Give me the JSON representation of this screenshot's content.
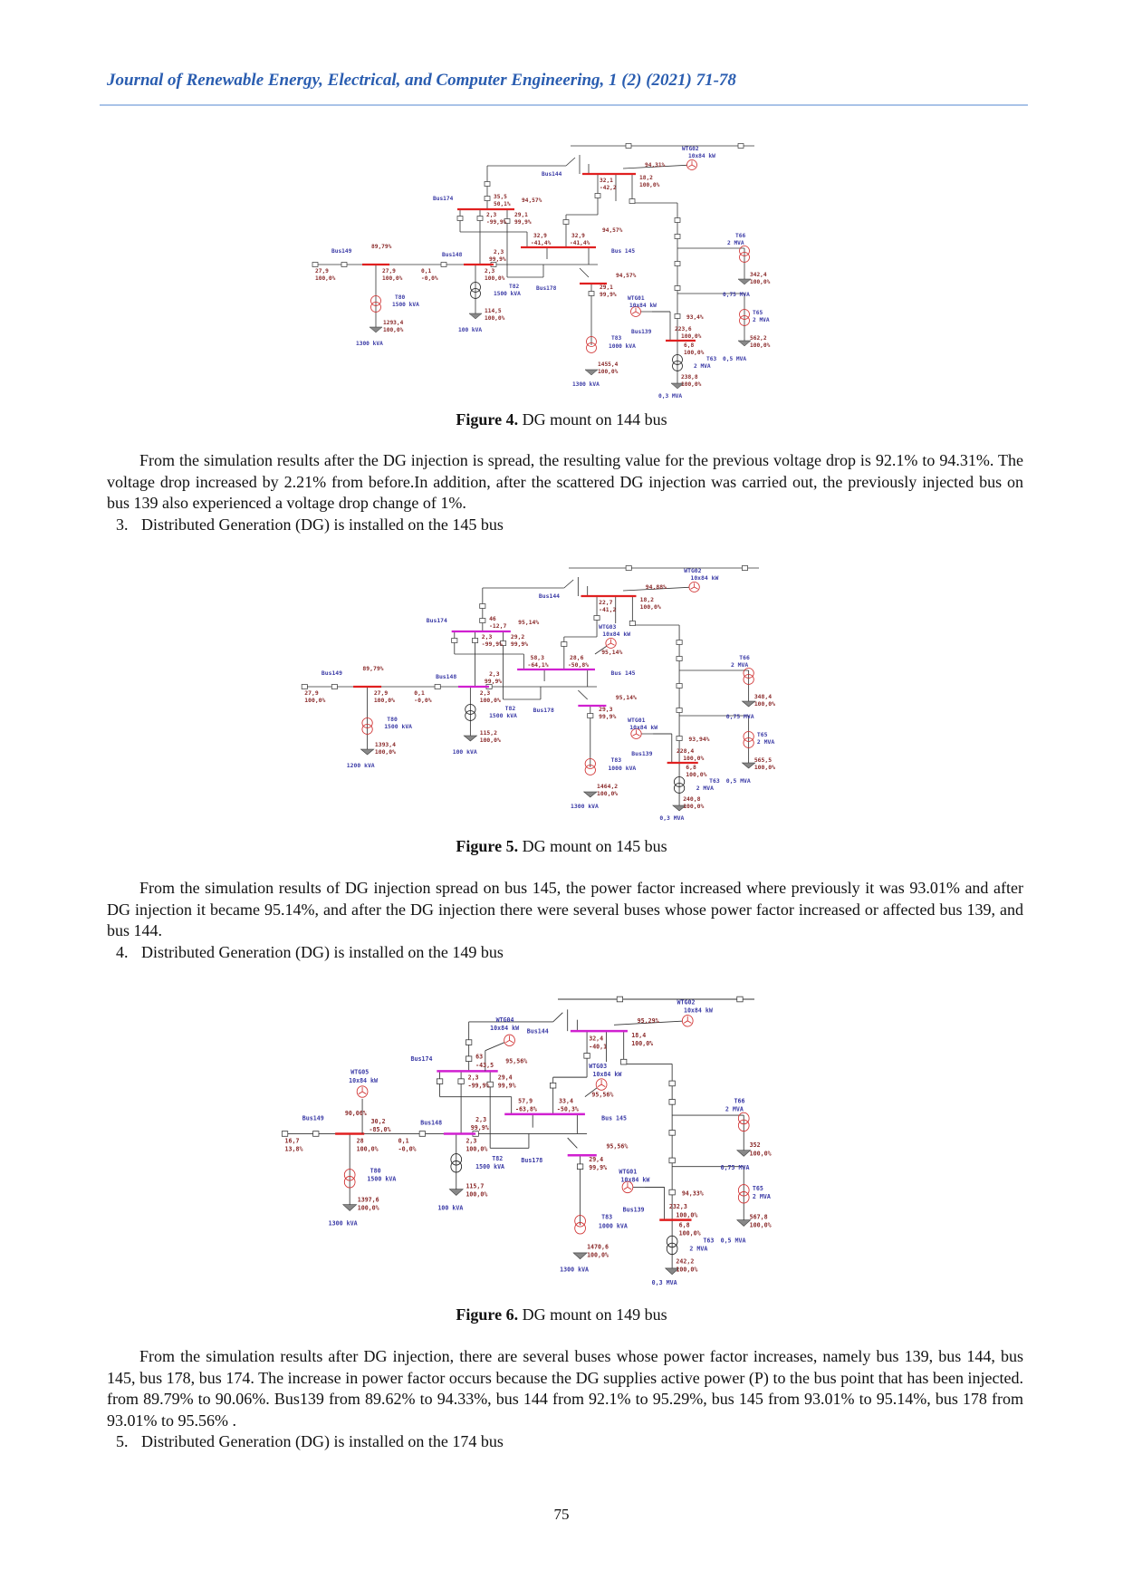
{
  "header": {
    "journal": "Journal of Renewable Energy, Electrical, and Computer Engineering, 1 (2) (2021) 71-78"
  },
  "colors": {
    "header_blue": "#2a5db0",
    "bus_red": "#e02020",
    "bus_magenta": "#d020d0"
  },
  "figures": [
    {
      "caption_label": "Figure 4.",
      "caption_text": "DG mount on 144 bus",
      "turbines": [
        "wtg01",
        "wtg02"
      ],
      "buses": {
        "bus144": "#e02020",
        "bus174": "#e02020",
        "bus145": "#e02020",
        "bus149": "#e02020",
        "bus148": "#e02020",
        "bus178": "#e02020",
        "bus139": "#e02020"
      },
      "labels": {
        "bus144_name": "Bus144",
        "pf144": "94,31%",
        "b144_v1": "32,1",
        "b144_v2": "-42,2",
        "b144_v3": "18,2",
        "b144_v4": "100,0%",
        "wtg02_name": "WTG02",
        "wtg02_kw": "10x84 kW",
        "bus174_name": "Bus174",
        "b174_v1": "35,5",
        "b174_v2": "50,1%",
        "pf174": "94,57%",
        "b174_v3": "2,3",
        "b174_v4": "-99,9%",
        "b174_v5": "29,1",
        "b174_v6": "99,9%",
        "pf145": "94,57%",
        "b145_v1": "32,9",
        "b145_v2": "-41,4%",
        "b145_v3": "32,9",
        "b145_v4": "-41,4%",
        "bus145_name": "Bus 145",
        "bus149_name": "Bus149",
        "pf149": "89,79%",
        "b149_in1": "27,9",
        "b149_in2": "100,0%",
        "b149_out1": "27,9",
        "b149_out2": "100,0%",
        "b_link1": "0,1",
        "b_link2": "-0,0%",
        "bus148_name": "Bus148",
        "b148_v1": "2,3",
        "b148_v2": "99,9%",
        "b148_v3": "2,3",
        "b148_v4": "100,0%",
        "t82_name": "T82",
        "t82_kva": "1500 kVA",
        "t100_v1": "114,5",
        "t100_v2": "100,0%",
        "t100_kva": "100 kVA",
        "t80_name": "T80",
        "t80_kva": "1500 kVA",
        "t80_v1": "1293,4",
        "t80_v2": "100,0%",
        "t80_load": "1300 kVA",
        "bus178_name": "Bus178",
        "pf178": "94,57%",
        "b178_v1": "29,1",
        "b178_v2": "99,9%",
        "t83_name": "T83",
        "t83_kva": "1000 kVA",
        "t83_v1": "1455,4",
        "t83_v2": "100,0%",
        "t83_load": "1300 kVA",
        "wtg01_name": "WTG01",
        "wtg01_kw": "10x84 kW",
        "bus139_name": "Bus139",
        "pf139": "93,4%",
        "b139_v1": "223,6",
        "b139_v2": "100,0%",
        "b139_v3": "6,8",
        "b139_v4": "100,0%",
        "t63_name": "T63",
        "t63_mva": "2 MVA",
        "t63_load2": "0,5 MVA",
        "t63_v1": "238,8",
        "t63_v2": "100,0%",
        "t63_load": "0,3 MVA",
        "t66_name": "T66",
        "t66_mva": "2 MVA",
        "t66_v1": "342,4",
        "t66_v2": "100,0%",
        "t66_load": "0,75 MVA",
        "t65_name": "T65",
        "t65_mva": "2 MVA",
        "t65_v1": "562,2",
        "t65_v2": "100,0%"
      }
    },
    {
      "caption_label": "Figure 5.",
      "caption_text": "DG mount on 145 bus",
      "turbines": [
        "wtg01",
        "wtg02",
        "wtg03"
      ],
      "buses": {
        "bus144": "#e02020",
        "bus174": "#d020d0",
        "bus145": "#d020d0",
        "bus149": "#e02020",
        "bus148": "#d020d0",
        "bus178": "#d020d0",
        "bus139": "#e02020"
      },
      "labels": {
        "bus144_name": "Bus144",
        "pf144": "94,88%",
        "b144_v1": "22,7",
        "b144_v2": "-41,2",
        "b144_v3": "18,2",
        "b144_v4": "100,0%",
        "wtg02_name": "WTG02",
        "wtg02_kw": "10x84 kW",
        "wtg03_name": "WTG03",
        "wtg03_kw": "10x84 kW",
        "bus174_name": "Bus174",
        "b174_v1": "46",
        "b174_v2": "-12,7",
        "pf174": "95,14%",
        "b174_v3": "2,3",
        "b174_v4": "-99,9%",
        "b174_v5": "29,2",
        "b174_v6": "99,9%",
        "pf145": "95,14%",
        "b145_v1": "58,3",
        "b145_v2": "-64,1%",
        "b145_v3": "28,6",
        "b145_v4": "-50,8%",
        "bus145_name": "Bus 145",
        "bus149_name": "Bus149",
        "pf149": "89,79%",
        "b149_in1": "27,9",
        "b149_in2": "100,0%",
        "b149_out1": "27,9",
        "b149_out2": "100,0%",
        "b_link1": "0,1",
        "b_link2": "-0,0%",
        "bus148_name": "Bus148",
        "b148_v1": "2,3",
        "b148_v2": "99,9%",
        "b148_v3": "2,3",
        "b148_v4": "100,0%",
        "t82_name": "T82",
        "t82_kva": "1500 kVA",
        "t100_v1": "115,2",
        "t100_v2": "100,0%",
        "t100_kva": "100 kVA",
        "t80_name": "T80",
        "t80_kva": "1500 kVA",
        "t80_v1": "1393,4",
        "t80_v2": "100,0%",
        "t80_load": "1200 kVA",
        "bus178_name": "Bus178",
        "pf178": "95,14%",
        "b178_v1": "29,3",
        "b178_v2": "99,9%",
        "t83_name": "T83",
        "t83_kva": "1000 kVA",
        "t83_v1": "1464,2",
        "t83_v2": "100,0%",
        "t83_load": "1300 kVA",
        "wtg01_name": "WTG01",
        "wtg01_kw": "10x84 kW",
        "bus139_name": "Bus139",
        "pf139": "93,94%",
        "b139_v1": "228,4",
        "b139_v2": "100,0%",
        "b139_v3": "6,8",
        "b139_v4": "100,0%",
        "t63_name": "T63",
        "t63_mva": "2 MVA",
        "t63_load2": "0,5 MVA",
        "t63_v1": "240,8",
        "t63_v2": "100,0%",
        "t63_load": "0,3 MVA",
        "t66_name": "T66",
        "t66_mva": "2 MVA",
        "t66_v1": "348,4",
        "t66_v2": "100,0%",
        "t66_load": "0,75 MVA",
        "t65_name": "T65",
        "t65_mva": "2 MVA",
        "t65_v1": "565,5",
        "t65_v2": "100,0%"
      }
    },
    {
      "caption_label": "Figure 6.",
      "caption_text": "DG mount on 149 bus",
      "turbines": [
        "wtg01",
        "wtg02",
        "wtg03",
        "wtg04",
        "wtg05"
      ],
      "buses": {
        "bus144": "#d020d0",
        "bus174": "#d020d0",
        "bus145": "#d020d0",
        "bus149": "#e02020",
        "bus148": "#d020d0",
        "bus178": "#d020d0",
        "bus139": "#e02020"
      },
      "labels": {
        "bus144_name": "Bus144",
        "pf144": "95,29%",
        "b144_v1": "32,4",
        "b144_v2": "-40,1",
        "b144_v3": "18,4",
        "b144_v4": "100,0%",
        "wtg02_name": "WTG02",
        "wtg02_kw": "10x84 kW",
        "wtg03_name": "WTG03",
        "wtg03_kw": "10x84 kW",
        "wtg04_name": "WTG04",
        "wtg04_kw": "10x84 kW",
        "wtg05_name": "WTG05",
        "wtg05_kw": "10x84 kW",
        "bus174_name": "Bus174",
        "b174_v1": "63",
        "b174_v2": "-43,5",
        "pf174": "95,56%",
        "b174_v3": "2,3",
        "b174_v4": "-99,9%",
        "b174_v5": "29,4",
        "b174_v6": "99,9%",
        "pf145": "95,56%",
        "b145_v1": "57,9",
        "b145_v2": "-63,8%",
        "b145_v3": "33,4",
        "b145_v4": "-50,3%",
        "bus145_name": "Bus 145",
        "bus149_name": "Bus149",
        "pf149": "90,06%",
        "b149_in1": "16,7",
        "b149_in2": "13,8%",
        "b149_out1": "28",
        "b149_out2": "100,0%",
        "b149_gen1": "30,2",
        "b149_gen2": "-85,0%",
        "b_link1": "0,1",
        "b_link2": "-0,0%",
        "bus148_name": "Bus148",
        "b148_v1": "2,3",
        "b148_v2": "99,9%",
        "b148_v3": "2,3",
        "b148_v4": "100,0%",
        "t82_name": "T82",
        "t82_kva": "1500 kVA",
        "t100_v1": "115,7",
        "t100_v2": "100,0%",
        "t100_kva": "100 kVA",
        "t80_name": "T80",
        "t80_kva": "1500 kVA",
        "t80_v1": "1397,6",
        "t80_v2": "100,0%",
        "t80_load": "1300 kVA",
        "bus178_name": "Bus178",
        "pf178": "95,56%",
        "b178_v1": "29,4",
        "b178_v2": "99,9%",
        "t83_name": "T83",
        "t83_kva": "1000 kVA",
        "t83_v1": "1470,6",
        "t83_v2": "100,0%",
        "t83_load": "1300 kVA",
        "wtg01_name": "WTG01",
        "wtg01_kw": "10x84 kW",
        "bus139_name": "Bus139",
        "pf139": "94,33%",
        "b139_v1": "232,3",
        "b139_v2": "100,0%",
        "b139_v3": "6,8",
        "b139_v4": "100,0%",
        "t63_name": "T63",
        "t63_mva": "2 MVA",
        "t63_load2": "0,5 MVA",
        "t63_v1": "242,2",
        "t63_v2": "100,0%",
        "t63_load": "0,3 MVA",
        "t66_name": "T66",
        "t66_mva": "2 MVA",
        "t66_v1": "352",
        "t66_v2": "100,0%",
        "t66_load": "0,75 MVA",
        "t65_name": "T65",
        "t65_mva": "2 MVA",
        "t65_v1": "567,8",
        "t65_v2": "100,0%"
      }
    }
  ],
  "paragraphs": [
    "From the simulation results after the DG injection is spread, the resulting value for the previous voltage drop is 92.1% to 94.31%. The voltage drop increased by 2.21% from before.In addition, after the scattered DG injection was carried out, the previously injected bus on bus 139 also experienced a voltage drop change of 1%.",
    "From the simulation results of DG injection spread on bus 145, the power factor increased where previously it was 93.01% and after DG injection it became 95.14%, and after the DG injection there were several buses whose power factor increased or affected bus 139, and bus 144.",
    "From the simulation results after DG injection, there are several buses whose power factor increases, namely bus 139, bus 144, bus 145, bus 178, bus 174. The increase in power factor occurs because the DG supplies active power (P) to the bus point that has been injected. from 89.79% to 90.06%. Bus139 from 89.62% to 94.33%, bus 144 from 92.1% to 95.29%, bus 145 from 93.01% to 95.14%, bus 178 from 93.01% to 95.56% ."
  ],
  "list_items": [
    {
      "num": "3.",
      "text": "Distributed Generation (DG) is installed on the 145 bus"
    },
    {
      "num": "4.",
      "text": "Distributed Generation (DG) is installed on the 149 bus"
    },
    {
      "num": "5.",
      "text": "Distributed Generation (DG) is installed on the 174 bus"
    }
  ],
  "page_number": "75"
}
